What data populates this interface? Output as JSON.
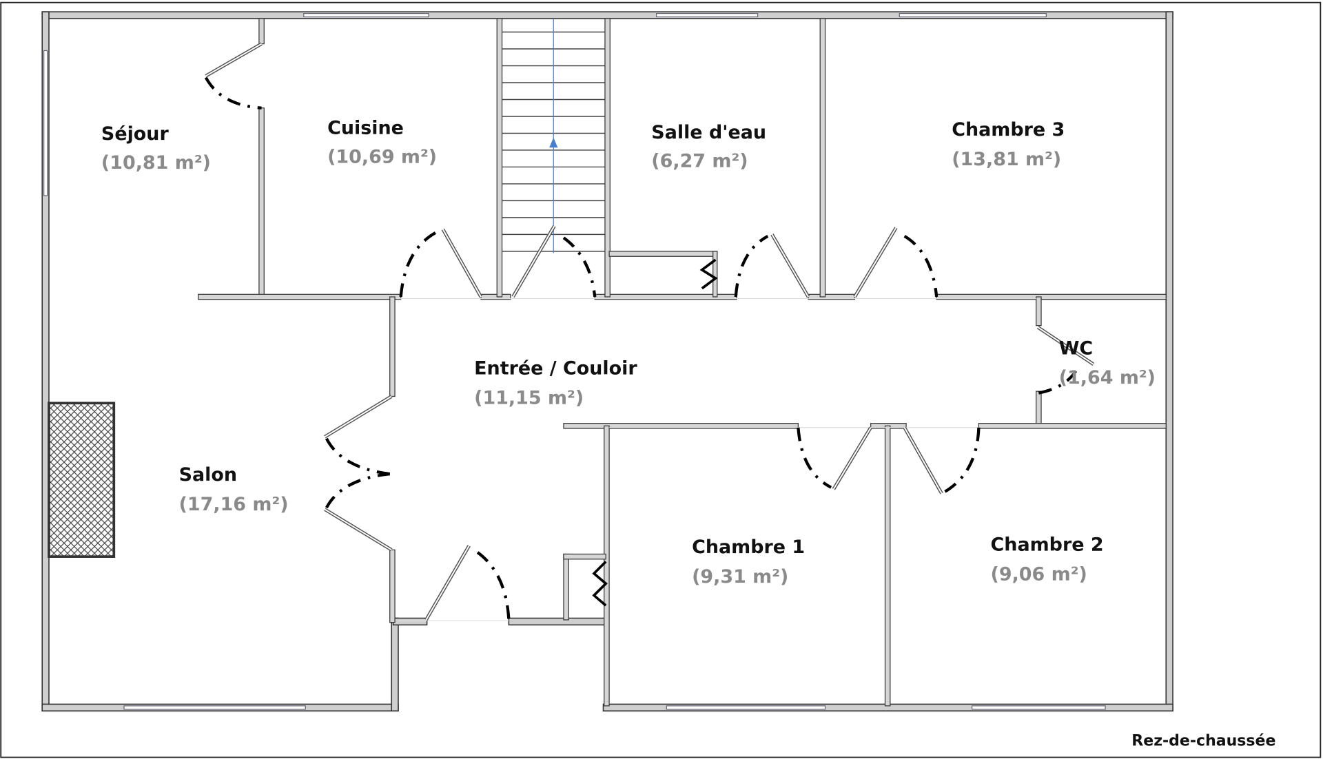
{
  "plan": {
    "level_label": "Rez-de-chaussée",
    "rooms": [
      {
        "name": "Séjour",
        "area": "(10,81 m²)"
      },
      {
        "name": "Cuisine",
        "area": "(10,69 m²)"
      },
      {
        "name": "Salle d'eau",
        "area": "(6,27 m²)"
      },
      {
        "name": "Chambre 3",
        "area": "(13,81 m²)"
      },
      {
        "name": "Entrée / Couloir",
        "area": "(11,15 m²)"
      },
      {
        "name": "WC",
        "area": "(1,64 m²)"
      },
      {
        "name": "Salon",
        "area": "(17,16 m²)"
      },
      {
        "name": "Chambre 1",
        "area": "(9,31 m²)"
      },
      {
        "name": "Chambre 2",
        "area": "(9,06 m²)"
      }
    ],
    "colors": {
      "wall": "#cfcfcf",
      "area_text": "#8a8a8a",
      "stair_arrow": "#4a7fd0"
    }
  }
}
